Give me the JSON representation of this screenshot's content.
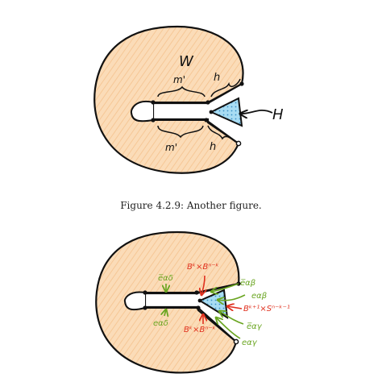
{
  "figure_top": {
    "labels": {
      "W": "W",
      "m_upper": "m'",
      "h_upper": "h",
      "m_lower": "m'",
      "h_lower": "h",
      "H": "H"
    }
  },
  "caption": "Figure 4.2.9: Another figure.",
  "figure_bottom": {
    "labels": {
      "e_ad_left_top": "e̅αδ",
      "e_ad_left_bottom": "eαδ",
      "e_ab_top": "e̅αβ",
      "e_ab": "eαβ",
      "e_ay_overline": "e̅αγ",
      "e_ay": "eαγ",
      "b_top": "Bᵏ×Bⁿ⁻ᵏ",
      "b_mid": "Bᵏ⁺¹×Sⁿ⁻ᵏ⁻¹",
      "b_bottom": "Bᵏ×Bⁿ⁻ᵏ"
    },
    "colors": {
      "green": "#6aa521",
      "red": "#e0301e",
      "peach": "#fbd9b4",
      "cyan": "#9fd8f0"
    }
  }
}
